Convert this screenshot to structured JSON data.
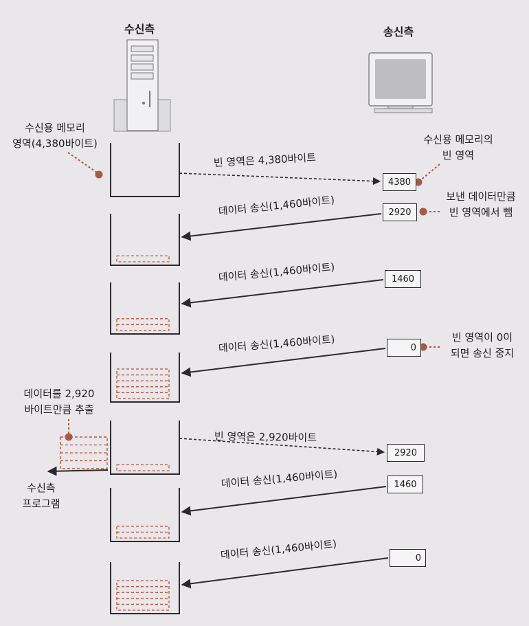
{
  "header": {
    "receiver": "수신측",
    "sender": "송신측"
  },
  "notes": {
    "receive_buffer": [
      "수신용 메모리",
      "영역(4,380바이트)"
    ],
    "sender_window": [
      "수신용 메모리의",
      "빈 영역"
    ],
    "subtract_sent": [
      "보낸 데이터만큼",
      "빈 영역에서 뺌"
    ],
    "stop_at_zero": [
      "빈 영역이 0이",
      "되면 송신 중지"
    ],
    "extract": [
      "데이터를 2,920",
      "바이트만큼 추출"
    ],
    "program": [
      "수신측",
      "프로그램"
    ]
  },
  "rows": [
    {
      "message": "빈 영역은 4,380바이트",
      "kind": "window",
      "value": "4380",
      "fill": 0
    },
    {
      "message": "데이터 송신(1,460바이트)",
      "kind": "data",
      "value": "2920",
      "fill": 1
    },
    {
      "message": "데이터 송신(1,460바이트)",
      "kind": "data",
      "value": "1460",
      "fill": 2
    },
    {
      "message": "데이터 송신(1,460바이트)",
      "kind": "data",
      "value": "0",
      "fill": 5
    },
    {
      "message": "빈 영역은 2,920바이트",
      "kind": "window",
      "value": "2920",
      "fill": 1
    },
    {
      "message": "데이터 송신(1,460바이트)",
      "kind": "data",
      "value": "1460",
      "fill": 2
    },
    {
      "message": "데이터 송신(1,460바이트)",
      "kind": "data",
      "value": "0",
      "fill": 5
    }
  ],
  "extracted_fill": 4,
  "colors": {
    "line": "#2a2a2e",
    "fill_dash": "#b8523a",
    "dot": "#a45a44",
    "leader": "#a45a44"
  }
}
